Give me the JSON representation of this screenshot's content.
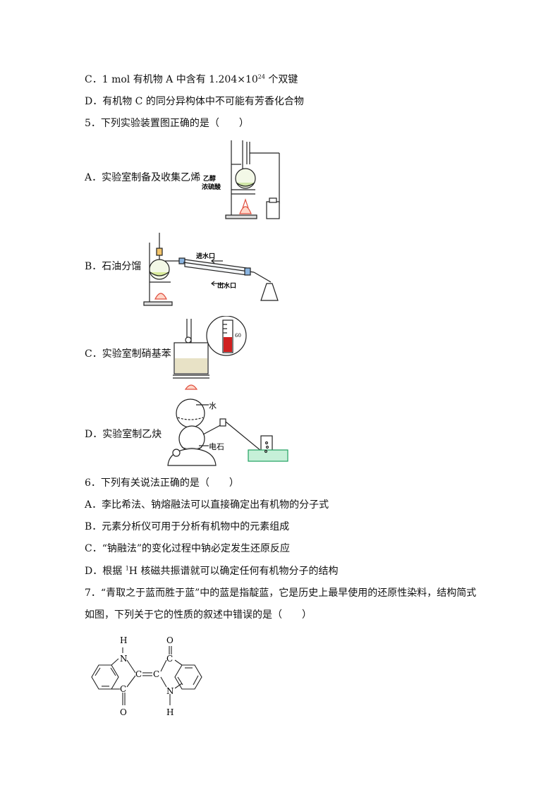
{
  "lines": {
    "q4c": "C．1 mol 有机物 A 中含有 1.204×10",
    "q4c_sup": "24",
    "q4c_tail": " 个双键",
    "q4d": "D．有机物 C 的同分异构体中不可能有芳香化合物",
    "q5": "5．下列实验装置图正确的是（　　）",
    "q5a": "A．实验室制备及收集乙烯",
    "q5b": "B．石油分馏",
    "q5c": "C．实验室制硝基苯",
    "q5d": "D．实验室制乙炔",
    "q6": "6．下列有关说法正确的是（　　）",
    "q6a": "A．李比希法、钠熔融法可以直接确定出有机物的分子式",
    "q6b": "B．元素分析仪可用于分析有机物中的元素组成",
    "q6c": "C．“钠融法”的变化过程中钠必定发生还原反应",
    "q6d_pre": "D．根据 ",
    "q6d_sup": "1",
    "q6d_post": "H 核磁共振谱就可以确定任何有机物分子的结构",
    "q7_1": "7．“青取之于蓝而胜于蓝”中的蓝是指靛蓝，它是历史上最早使用的还原性染料，结构简式",
    "q7_2": "如图，下列关于它的性质的叙述中错误的是（　　）"
  },
  "figures": {
    "a": {
      "label1": "乙醇",
      "label2": "浓硫酸"
    },
    "b": {
      "inlet": "进水口",
      "outlet": "出水口"
    },
    "c": {
      "reading": "60"
    },
    "d": {
      "water": "水",
      "carbide": "电石"
    },
    "indigo": {
      "atoms": [
        "H",
        "N",
        "C",
        "C",
        "C",
        "O",
        "O",
        "C",
        "N",
        "H"
      ]
    }
  }
}
